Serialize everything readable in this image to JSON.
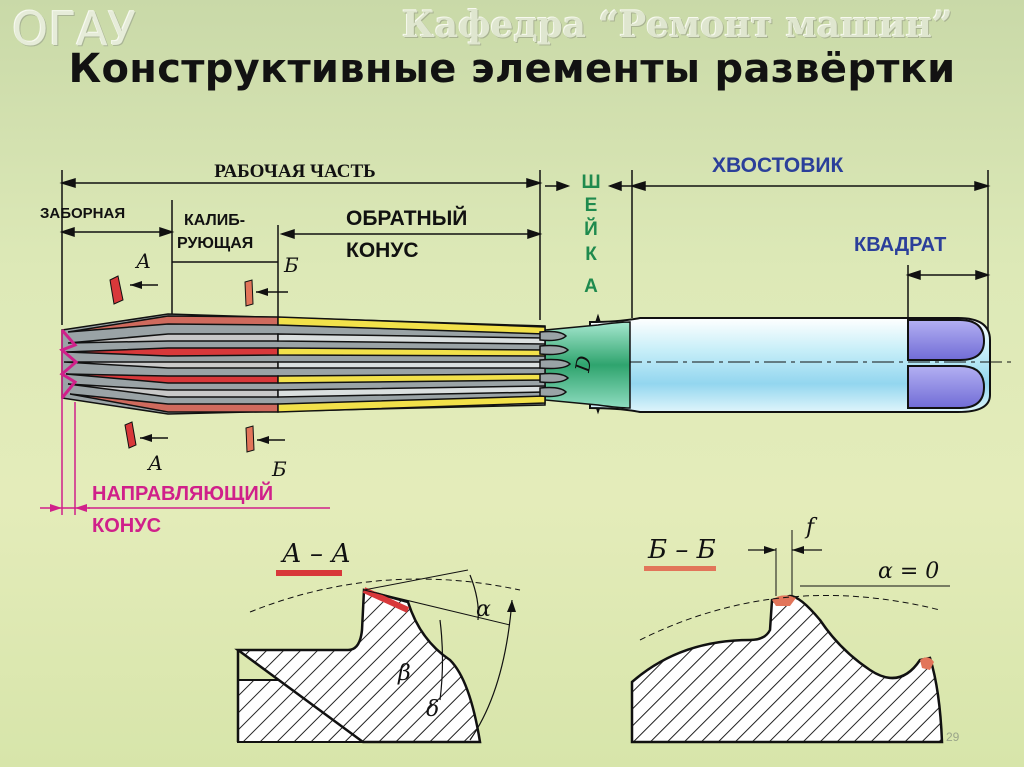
{
  "header": {
    "org": "ОГАУ",
    "department": "Кафедра “Ремонт машин”"
  },
  "slide": {
    "title": "Конструктивные элементы развёртки",
    "page_number": "29"
  },
  "diagram": {
    "working_part": "РАБОЧАЯ ЧАСТЬ",
    "intake": "ЗАБОРНАЯ",
    "calib_1": "КАЛИБ-",
    "calib_2": "РУЮЩАЯ",
    "back_cone_1": "ОБРАТНЫЙ",
    "back_cone_2": "КОНУС",
    "neck": [
      "Ш",
      "Е",
      "Й",
      "К",
      "А"
    ],
    "shank": "ХВОСТОВИК",
    "square": "КВАДРАТ",
    "guide_cone_1": "НАПРАВЛЯЮЩИЙ",
    "guide_cone_2": "КОНУС",
    "section_a": "А",
    "section_b": "Б",
    "diameter": "D",
    "section_aa": "А – А",
    "section_bb": "Б – Б",
    "alpha": "α",
    "beta": "β",
    "delta": "δ",
    "f": "f",
    "alpha_zero": "α = 0"
  },
  "colors": {
    "red_edge": "#d8383a",
    "yellow_teeth": "#f2e14a",
    "magenta": "#d0208a",
    "neck_green": "#2fa46e",
    "shank_blue": "#aee3f3",
    "square_purple": "#8a86e0",
    "blue_text": "#2b3f9a"
  }
}
